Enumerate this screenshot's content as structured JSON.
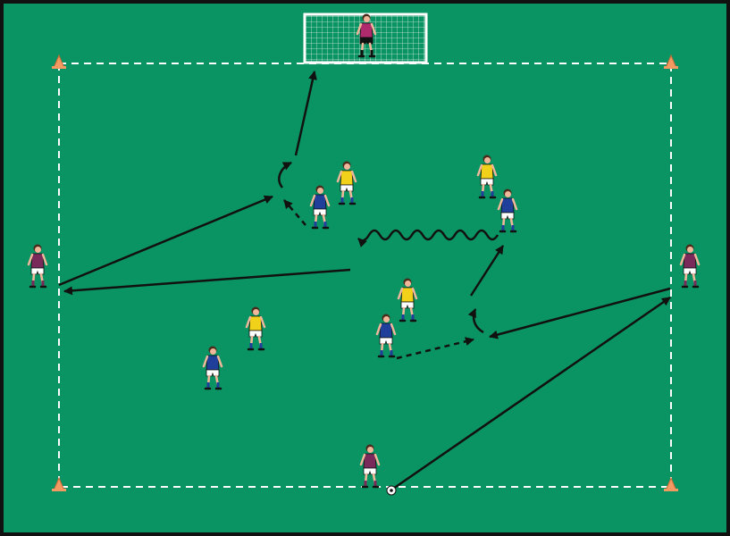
{
  "colors": {
    "pitch": "#0b9463",
    "border": "#111111",
    "lines": "#ffffff",
    "arrow": "#111111",
    "cone": "#f29a62",
    "team_blue_shirt": "#1f3f9a",
    "team_yellow_shirt": "#f2d11a",
    "neutral_shirt": "#7a2a5a",
    "keeper_shirt": "#b02a6e",
    "shorts_white": "#ffffff",
    "skin": "#f0b79a",
    "goal_net": "#ffffff"
  },
  "icons": {
    "cone": "cone-icon",
    "ball": "soccer-ball-icon",
    "player": "player-icon",
    "goal": "goal-icon"
  },
  "players": [
    {
      "id": "goalkeeper",
      "team": "keeper"
    },
    {
      "id": "left-neutral",
      "team": "neutral"
    },
    {
      "id": "right-neutral",
      "team": "neutral"
    },
    {
      "id": "bottom-neutral",
      "team": "neutral"
    },
    {
      "id": "blue-center-top",
      "team": "blue"
    },
    {
      "id": "blue-right-top",
      "team": "blue"
    },
    {
      "id": "blue-center",
      "team": "blue"
    },
    {
      "id": "blue-left",
      "team": "blue"
    },
    {
      "id": "yellow-center-top",
      "team": "yellow"
    },
    {
      "id": "yellow-right-top",
      "team": "yellow"
    },
    {
      "id": "yellow-center",
      "team": "yellow"
    },
    {
      "id": "yellow-left",
      "team": "yellow"
    }
  ]
}
